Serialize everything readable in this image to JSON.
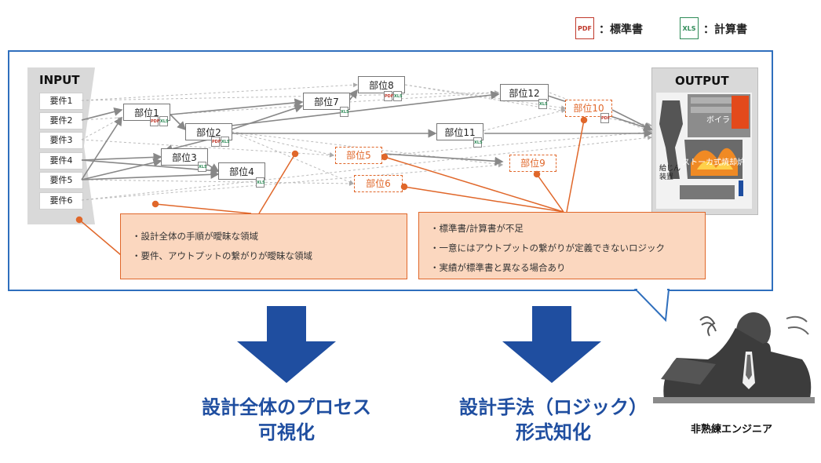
{
  "legend": {
    "pdf_icon": "PDF",
    "pdf_label": "：標準書",
    "xls_icon": "XLS",
    "xls_label": "：計算書"
  },
  "input": {
    "title": "INPUT",
    "requirements": [
      "要件1",
      "要件2",
      "要件3",
      "要件4",
      "要件5",
      "要件6"
    ]
  },
  "output": {
    "title": "OUTPUT",
    "boiler_label": "ボイラ",
    "stoker_label": "ストーカ式焼却炉",
    "feeder_label_1": "給じん",
    "feeder_label_2": "装置"
  },
  "parts": {
    "p1": "部位1",
    "p2": "部位2",
    "p3": "部位3",
    "p4": "部位4",
    "p5": "部位5",
    "p6": "部位6",
    "p7": "部位7",
    "p8": "部位8",
    "p9": "部位9",
    "p10": "部位10",
    "p11": "部位11",
    "p12": "部位12"
  },
  "icons": {
    "pdf": "PDF",
    "xls": "XLS"
  },
  "notes": {
    "left": [
      "・設計全体の手順が曖昧な領域",
      "・要件、アウトプットの繋がりが曖昧な領域"
    ],
    "right": [
      "・標準書/計算書が不足",
      "・一意にはアウトプットの繋がりが定義できないロジック",
      "・実績が標準書と異なる場合あり"
    ]
  },
  "captions": {
    "left_line1": "設計全体のプロセス",
    "left_line2": "可視化",
    "right_line1": "設計手法（ロジック）",
    "right_line2": "形式知化"
  },
  "engineer_label": "非熟練エンジニア",
  "colors": {
    "frame": "#2f6fbd",
    "accent": "#e0672a",
    "arrow": "#1f4ea0"
  }
}
